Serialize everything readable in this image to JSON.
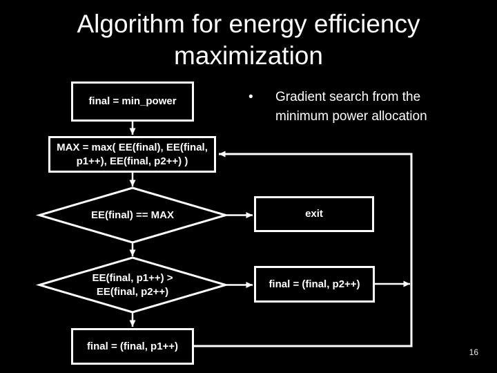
{
  "slide": {
    "title_lines": [
      "Algorithm for energy efficiency",
      "maximization"
    ],
    "bullet": {
      "marker": "•",
      "lines": [
        "Gradient search from the",
        "minimum power allocation"
      ]
    },
    "flowchart": {
      "nodes": {
        "init": "final = min_power",
        "max_calc": "MAX = max( EE(final), EE(final,\np1++), EE(final, p2++) )",
        "decision_is_max": "EE(final) == MAX",
        "exit": "exit",
        "decision_compare": "EE(final, p1++) >\nEE(final, p2++)",
        "assign_p2": "final = (final, p2++)",
        "assign_p1": "final = (final, p1++)"
      }
    },
    "page_number": "16",
    "colors": {
      "background": "#000000",
      "foreground": "#ffffff"
    }
  }
}
